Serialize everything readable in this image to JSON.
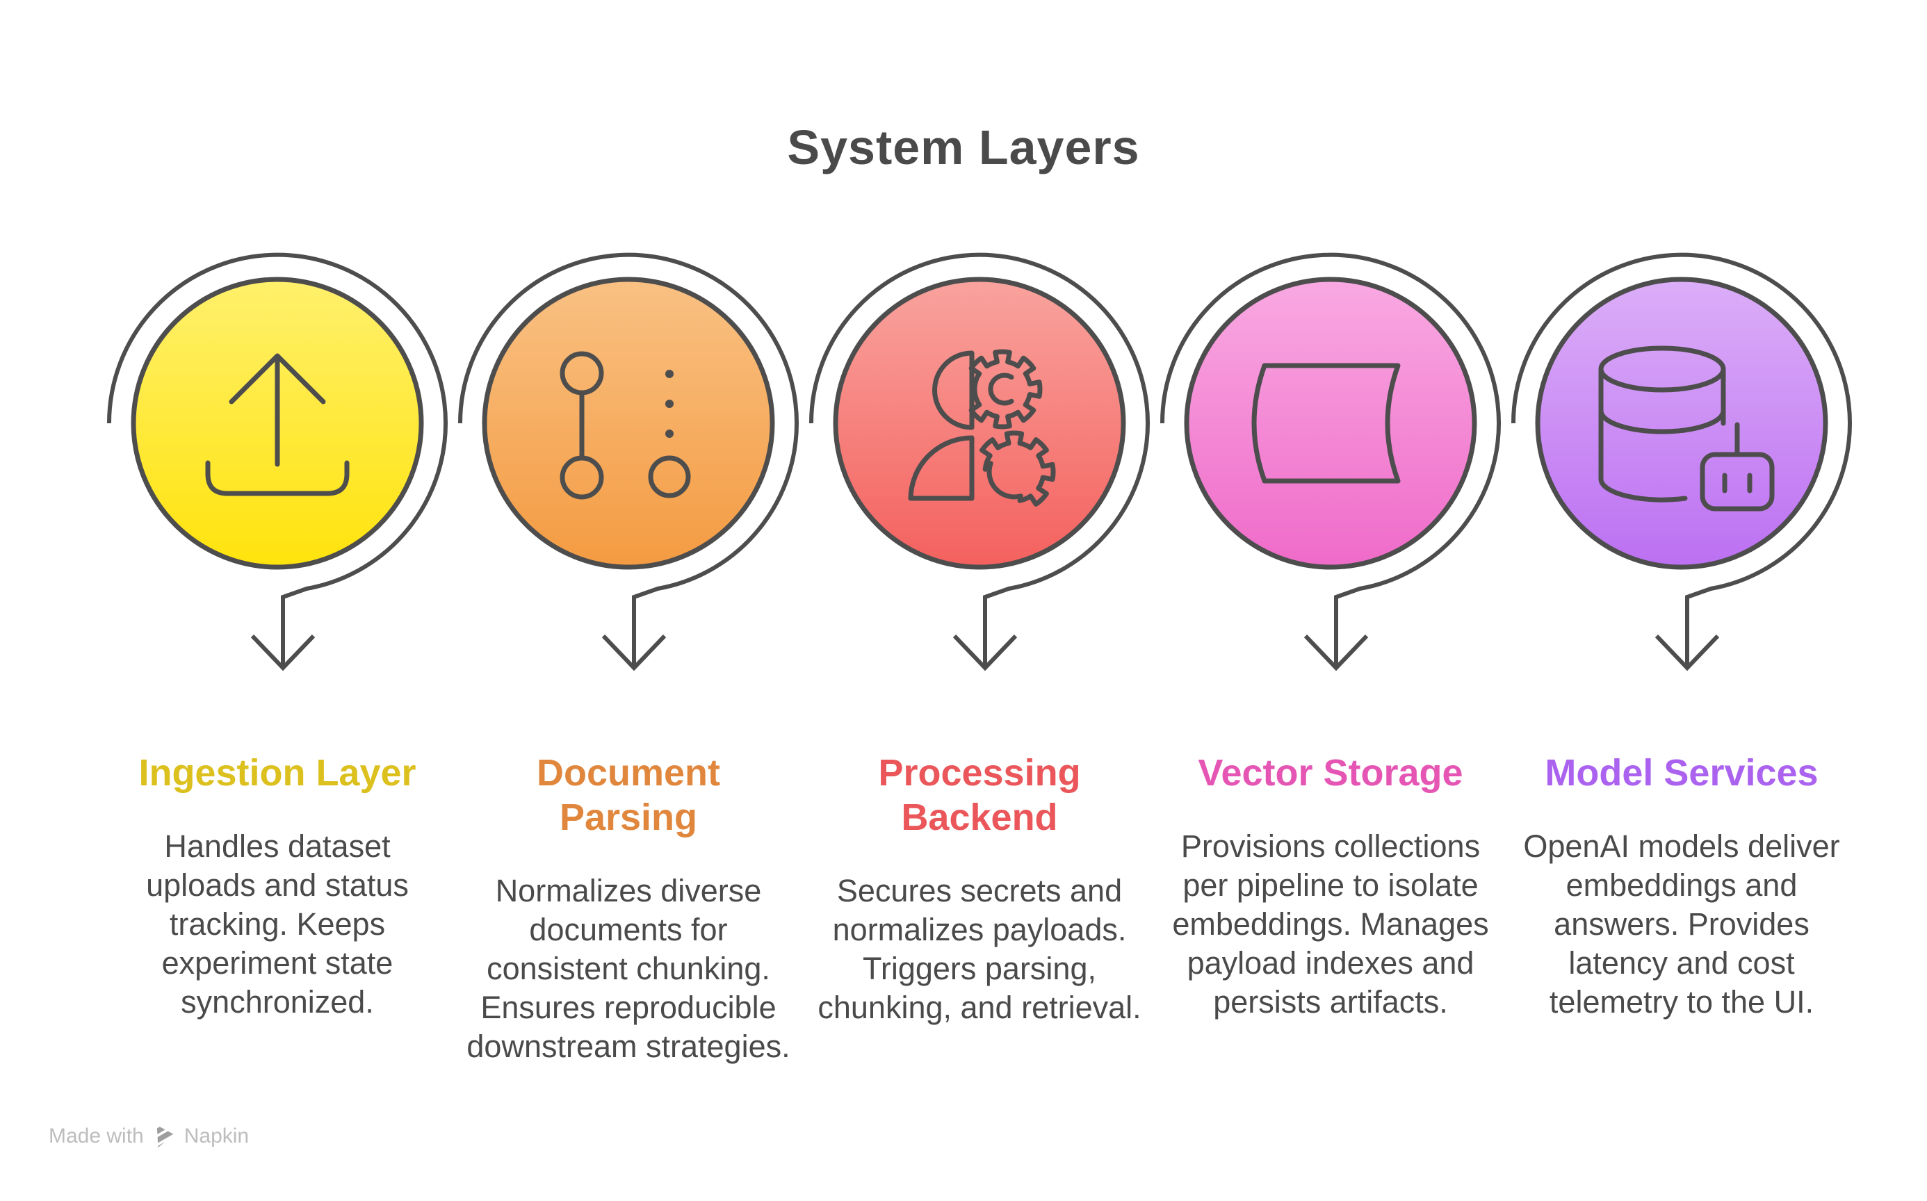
{
  "title": "System Layers",
  "modules": [
    {
      "icon": "upload-icon",
      "title": "Ingestion Layer",
      "description": "Handles dataset uploads and status tracking. Keeps experiment state synchronized.",
      "label_color": "#DCC01E",
      "gradient_top": "#FFF06C",
      "gradient_bottom": "#FFE30C"
    },
    {
      "icon": "commits-versions-icon",
      "title": "Document Parsing",
      "description": "Normalizes diverse documents for consistent chunking. Ensures reproducible downstream strategies.",
      "label_color": "#E0873D",
      "gradient_top": "#F9C183",
      "gradient_bottom": "#F49B42"
    },
    {
      "icon": "user-gears-icon",
      "title": "Processing Backend",
      "description": "Secures secrets and normalizes payloads. Triggers parsing, chunking, and retrieval.",
      "label_color": "#EA5659",
      "gradient_top": "#F9A39E",
      "gradient_bottom": "#F4615E"
    },
    {
      "icon": "stored-data-icon",
      "title": "Vector Storage",
      "description": "Provisions collections per pipeline to isolate embeddings. Manages payload indexes and persists artifacts.",
      "label_color": "#E556B4",
      "gradient_top": "#F9A9E2",
      "gradient_bottom": "#EF6BC9"
    },
    {
      "icon": "database-bot-icon",
      "title": "Model Services",
      "description": "OpenAI models deliver embeddings and answers. Provides latency and cost telemetry to the UI.",
      "label_color": "#AB63EF",
      "gradient_top": "#DCAEF8",
      "gradient_bottom": "#BC70F2"
    }
  ],
  "footer": {
    "made_with": "Made with",
    "brand": "Napkin"
  },
  "theme": {
    "outline_color": "#4D4D4D",
    "title_color": "#4A4A4A",
    "body_color": "#4A4A4A",
    "background": "#FFFFFF",
    "footer_text_color": "#BDBDBD",
    "footer_logo_color": "#9E9E9E"
  }
}
